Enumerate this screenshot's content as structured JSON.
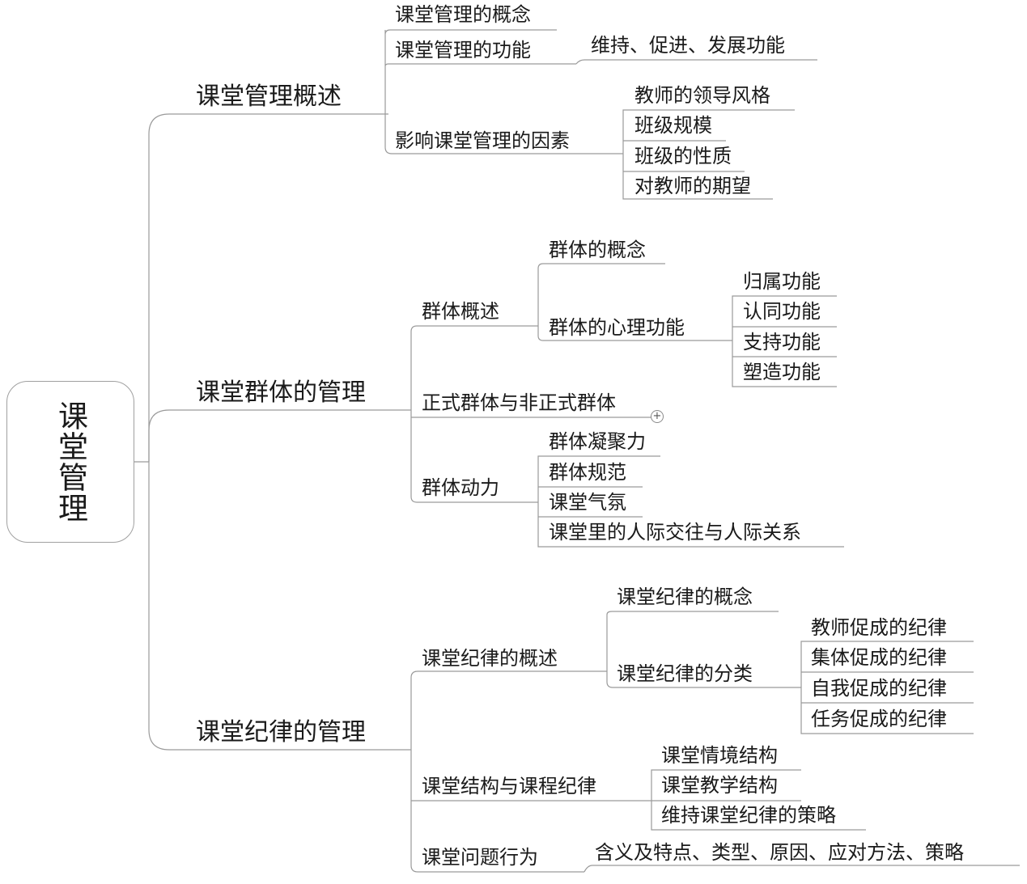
{
  "root": "课堂管理",
  "branches": [
    {
      "label": "课堂管理概述",
      "children": [
        {
          "label": "课堂管理的概念"
        },
        {
          "label": "课堂管理的功能",
          "children": [
            {
              "label": "维持、促进、发展功能"
            }
          ]
        },
        {
          "label": "影响课堂管理的因素",
          "children": [
            {
              "label": "教师的领导风格"
            },
            {
              "label": "班级规模"
            },
            {
              "label": "班级的性质"
            },
            {
              "label": "对教师的期望"
            }
          ]
        }
      ]
    },
    {
      "label": "课堂群体的管理",
      "children": [
        {
          "label": "群体概述",
          "children": [
            {
              "label": "群体的概念"
            },
            {
              "label": "群体的心理功能",
              "children": [
                {
                  "label": "归属功能"
                },
                {
                  "label": "认同功能"
                },
                {
                  "label": "支持功能"
                },
                {
                  "label": "塑造功能"
                }
              ]
            }
          ]
        },
        {
          "label": "正式群体与非正式群体",
          "expand_symbol": "+"
        },
        {
          "label": "群体动力",
          "children": [
            {
              "label": "群体凝聚力"
            },
            {
              "label": "群体规范"
            },
            {
              "label": "课堂气氛"
            },
            {
              "label": "课堂里的人际交往与人际关系"
            }
          ]
        }
      ]
    },
    {
      "label": "课堂纪律的管理",
      "children": [
        {
          "label": "课堂纪律的概述",
          "children": [
            {
              "label": "课堂纪律的概念"
            },
            {
              "label": "课堂纪律的分类",
              "children": [
                {
                  "label": "教师促成的纪律"
                },
                {
                  "label": "集体促成的纪律"
                },
                {
                  "label": "自我促成的纪律"
                },
                {
                  "label": "任务促成的纪律"
                }
              ]
            }
          ]
        },
        {
          "label": "课堂结构与课程纪律",
          "children": [
            {
              "label": "课堂情境结构"
            },
            {
              "label": "课堂教学结构"
            },
            {
              "label": "维持课堂纪律的策略"
            }
          ]
        },
        {
          "label": "课堂问题行为",
          "children": [
            {
              "label": "含义及特点、类型、原因、应对方法、策略"
            }
          ]
        }
      ]
    }
  ],
  "colors": {
    "line": "#9a9a9a",
    "text": "#1a1a1a",
    "root_border": "#a0a0a0"
  }
}
